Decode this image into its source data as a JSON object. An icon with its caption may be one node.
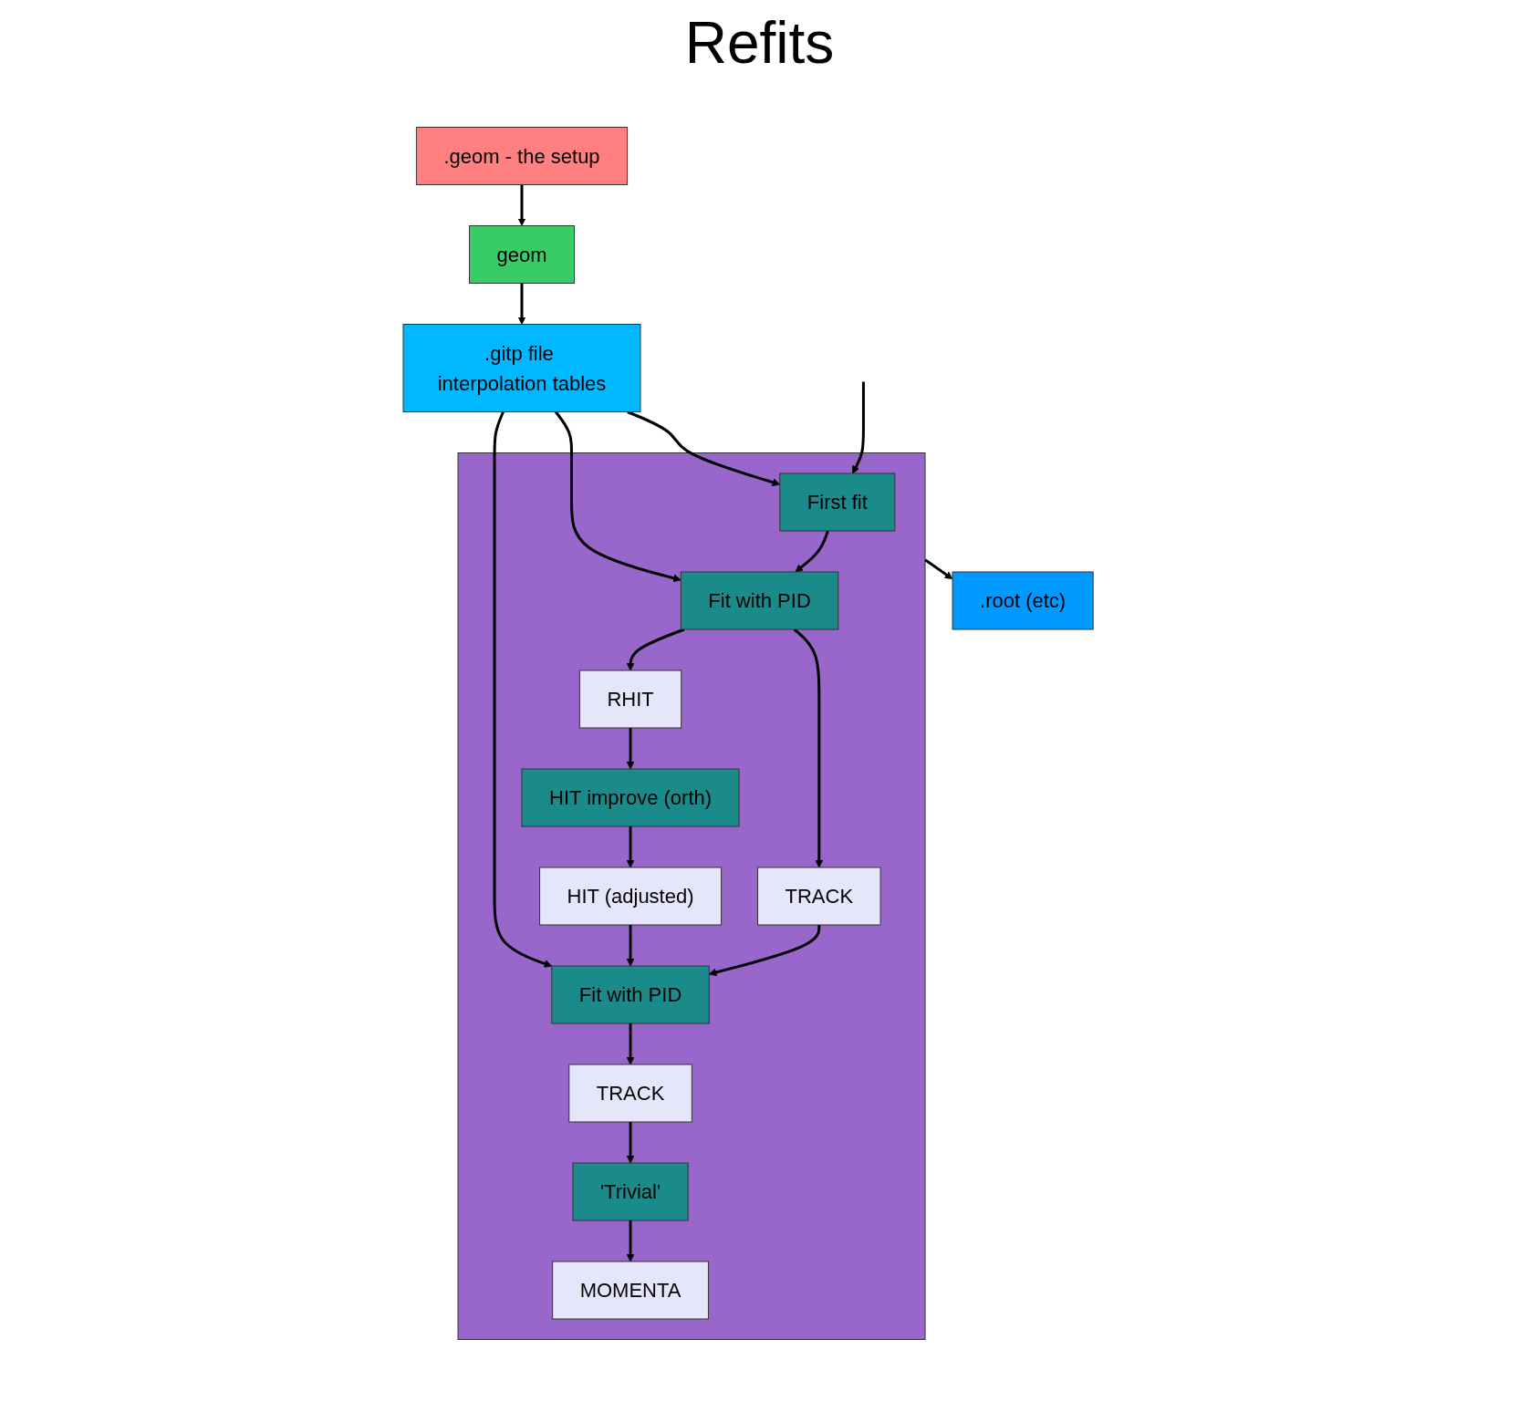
{
  "diagram": {
    "title": "Refits",
    "nodes": [
      {
        "text": [],
        "shape": "box"
      },
      {
        "text": [
          "First fit"
        ],
        "in": 0
      },
      {
        "text": [
          "Fit with PID"
        ],
        "in": 0
      },
      {
        "text": [
          "TRACK"
        ],
        "in": 0
      },
      {
        "text": [
          "RHIT"
        ],
        "in": 0
      },
      {
        "text": [
          "HIT improve (orth)"
        ],
        "in": 0
      },
      {
        "text": [
          "HIT (adjusted)"
        ],
        "in": 0
      },
      {
        "text": [
          "Fit with PID"
        ],
        "in": 0
      },
      {
        "text": [
          "TRACK"
        ],
        "in": 0
      },
      {
        "text": [
          "'Trivial'"
        ],
        "in": 0
      },
      {
        "text": [
          "MOMENTA"
        ],
        "in": 0
      },
      {
        "text": [
          ".geom - the setup"
        ]
      },
      {
        "text": [
          "geom"
        ]
      },
      {
        "text": [
          ".gitp file interpolation tables"
        ]
      },
      {
        "text": [
          ".root (etc)"
        ]
      }
    ],
    "edges": [
      {
        "from": null,
        "to": 1,
        "arrow": "to"
      },
      {
        "from": 1,
        "to": 2,
        "arrow": "to"
      },
      {
        "from": 2,
        "to": 3,
        "arrow": "to"
      },
      {
        "from": 2,
        "to": 4,
        "arrow": "to"
      },
      {
        "from": 4,
        "to": 5,
        "arrow": "to"
      },
      {
        "from": 5,
        "to": 6,
        "arrow": "to"
      },
      {
        "from": 3,
        "to": 7,
        "arrow": "to"
      },
      {
        "from": 6,
        "to": 7,
        "arrow": "to"
      },
      {
        "from": 7,
        "to": 8,
        "arrow": "to"
      },
      {
        "from": 8,
        "to": 9,
        "arrow": "to"
      },
      {
        "from": 9,
        "to": 10,
        "arrow": "to"
      },
      {
        "from": 11,
        "to": 12,
        "arrow": "to"
      },
      {
        "from": 12,
        "to": 13,
        "arrow": "to"
      },
      {
        "from": 13,
        "to": 1,
        "arrow": "to"
      },
      {
        "from": 13,
        "to": 2,
        "arrow": "to"
      },
      {
        "from": 13,
        "to": 7,
        "arrow": "to"
      },
      {
        "from": 0,
        "to": 14,
        "arrow": "to"
      }
    ]
  }
}
